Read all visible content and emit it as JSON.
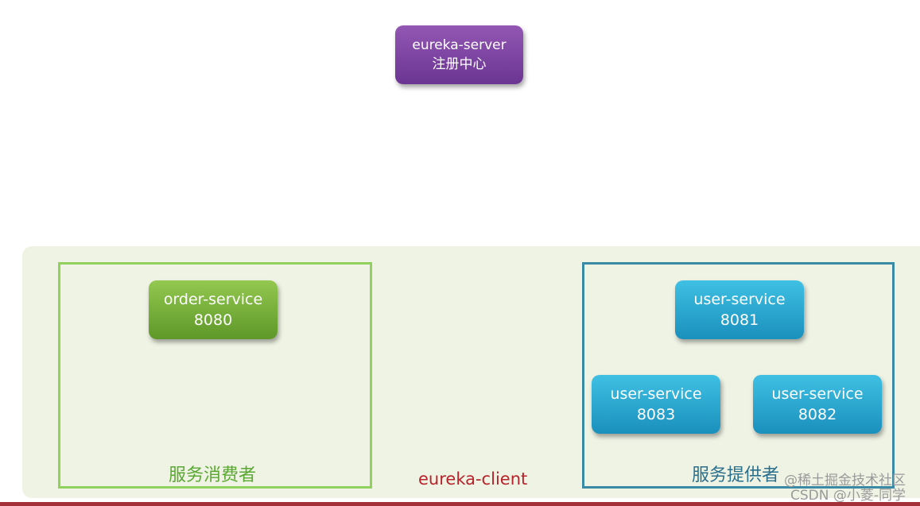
{
  "server": {
    "line1": "eureka-server",
    "line2": "注册中心"
  },
  "client_area": {
    "label": "eureka-client"
  },
  "consumer": {
    "group_label": "服务消费者",
    "service": {
      "name": "order-service",
      "port": "8080"
    }
  },
  "provider": {
    "group_label": "服务提供者",
    "services": [
      {
        "name": "user-service",
        "port": "8081"
      },
      {
        "name": "user-service",
        "port": "8083"
      },
      {
        "name": "user-service",
        "port": "8082"
      }
    ]
  },
  "watermark": {
    "line1": "@稀土掘金技术社区",
    "line2": "CSDN @小菱-同学"
  },
  "colors": {
    "server": "#7b43a3",
    "consumer_node": "#79b63b",
    "consumer_border": "#8fd15c",
    "provider_node": "#2aa8d2",
    "provider_border": "#3a8aa6",
    "client_label": "#b8232b",
    "client_area": "#eff3e4"
  }
}
